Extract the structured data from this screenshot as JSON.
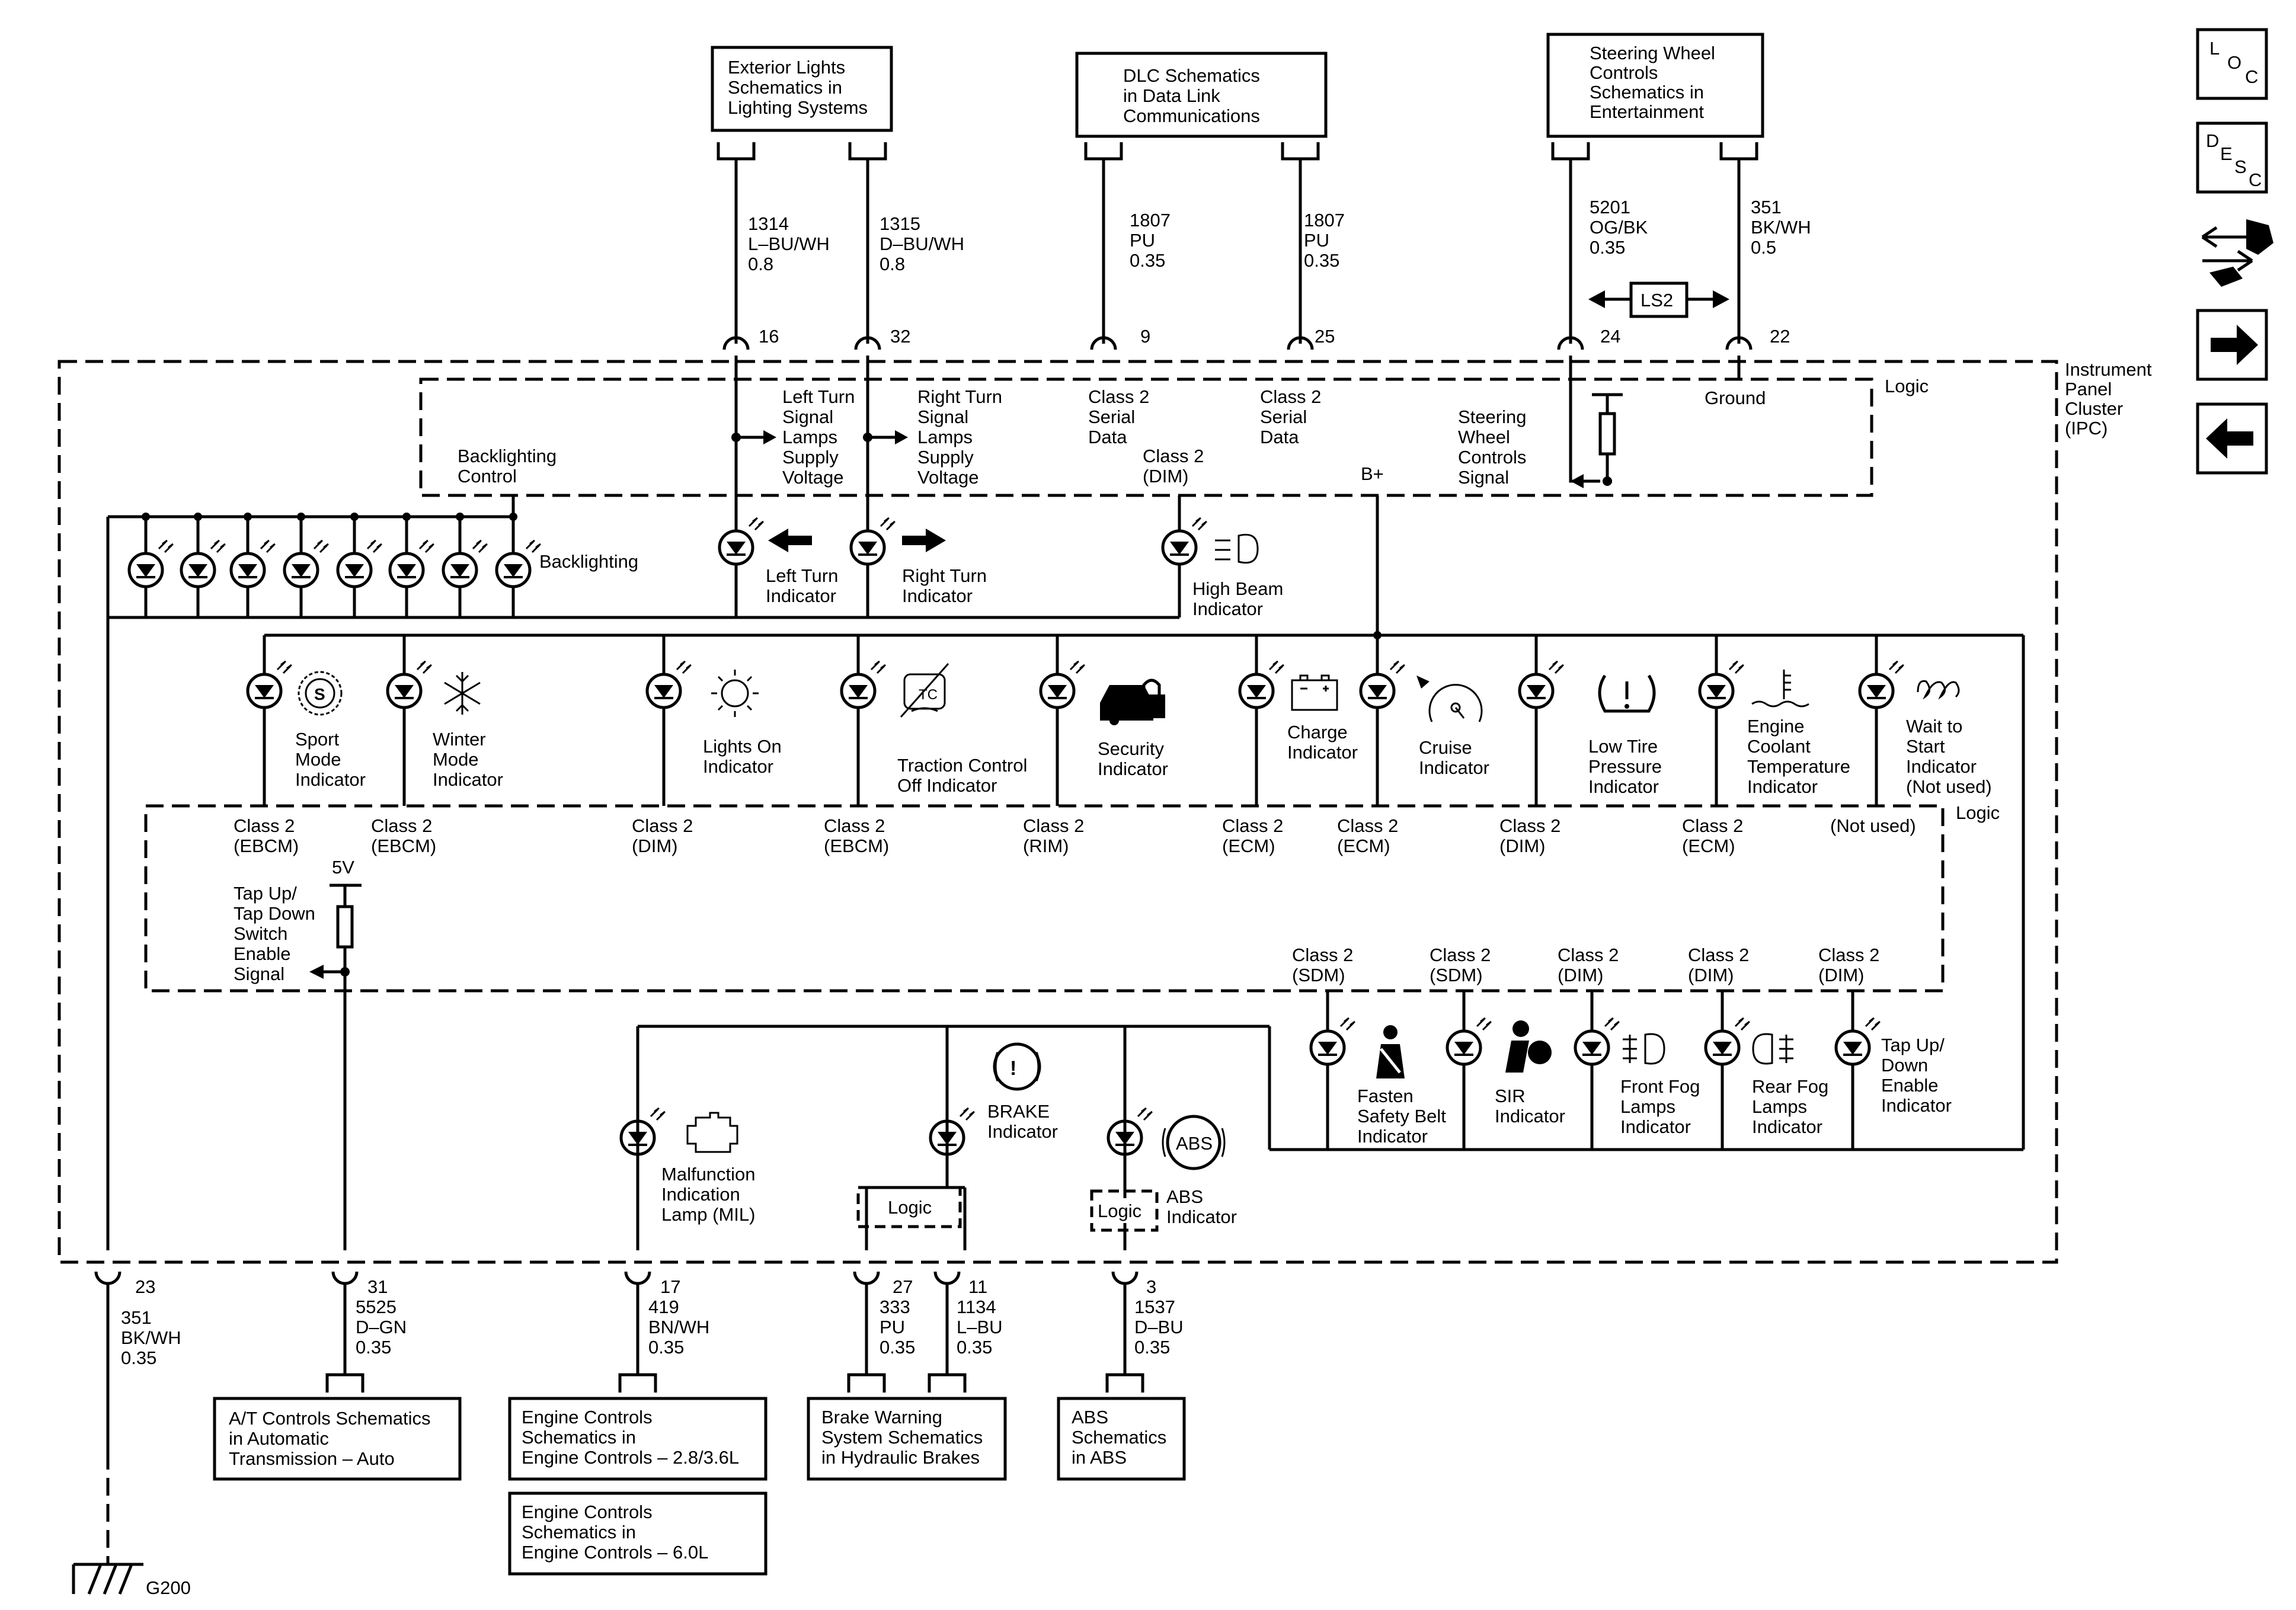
{
  "modules": {
    "exterior_lights": [
      "Exterior Lights",
      "Schematics in",
      "Lighting Systems"
    ],
    "dlc": [
      "DLC Schematics",
      "in Data Link",
      "Communications"
    ],
    "steering_wheel": [
      "Steering Wheel",
      "Controls",
      "Schematics in",
      "Entertainment"
    ],
    "at_controls": [
      "A/T Controls Schematics",
      "in Automatic",
      "Transmission – Auto"
    ],
    "engine_controls_1": [
      "Engine Controls",
      "Schematics in",
      "Engine Controls – 2.8/3.6L"
    ],
    "engine_controls_2": [
      "Engine Controls",
      "Schematics in",
      "Engine Controls – 6.0L"
    ],
    "brake_warning": [
      "Brake Warning",
      "System Schematics",
      "in Hydraulic Brakes"
    ],
    "abs": [
      "ABS",
      "Schematics",
      "in ABS"
    ]
  },
  "top_wires": [
    {
      "lines": [
        "1314",
        "L–BU/WH",
        "0.8"
      ],
      "pin": "16"
    },
    {
      "lines": [
        "1315",
        "D–BU/WH",
        "0.8"
      ],
      "pin": "32"
    },
    {
      "lines": [
        "1807",
        "PU",
        "0.35"
      ],
      "pin": "9"
    },
    {
      "lines": [
        "1807",
        "PU",
        "0.35"
      ],
      "pin": "25"
    },
    {
      "lines": [
        "5201",
        "OG/BK",
        "0.35"
      ],
      "pin": "24"
    },
    {
      "lines": [
        "351",
        "BK/WH",
        "0.5"
      ],
      "pin": "22"
    }
  ],
  "ls2": "LS2",
  "ipc_label": [
    "Instrument",
    "Panel",
    "Cluster",
    "(IPC)"
  ],
  "logic": "Logic",
  "top_logic": {
    "left_turn": [
      "Left Turn",
      "Signal",
      "Lamps",
      "Supply",
      "Voltage"
    ],
    "right_turn": [
      "Right Turn",
      "Signal",
      "Lamps",
      "Supply",
      "Voltage"
    ],
    "class2_a": [
      "Class 2",
      "Serial",
      "Data"
    ],
    "class2_b": [
      "Class 2",
      "Serial",
      "Data"
    ],
    "steering_signal": [
      "Steering",
      "Wheel",
      "Controls",
      "Signal"
    ],
    "ground": "Ground",
    "backlighting_control": [
      "Backlighting",
      "Control"
    ],
    "class2_dim": [
      "Class 2",
      "(DIM)"
    ],
    "bplus": "B+"
  },
  "backlighting": "Backlighting",
  "indicators_top": {
    "left_turn": [
      "Left Turn",
      "Indicator"
    ],
    "right_turn": [
      "Right Turn",
      "Indicator"
    ],
    "high_beam": [
      "High Beam",
      "Indicator"
    ]
  },
  "row_indicators": [
    {
      "label": [
        "Sport",
        "Mode",
        "Indicator"
      ],
      "src": [
        "Class 2",
        "(EBCM)"
      ]
    },
    {
      "label": [
        "Winter",
        "Mode",
        "Indicator"
      ],
      "src": [
        "Class 2",
        "(EBCM)"
      ]
    },
    {
      "label": [
        "Lights On",
        "Indicator"
      ],
      "src": [
        "Class 2",
        "(DIM)"
      ]
    },
    {
      "label": [
        "Traction Control",
        "Off Indicator"
      ],
      "src": [
        "Class 2",
        "(EBCM)"
      ]
    },
    {
      "label": [
        "Security",
        "Indicator"
      ],
      "src": [
        "Class 2",
        "(RIM)"
      ]
    },
    {
      "label": [
        "Charge",
        "Indicator"
      ],
      "src": [
        "Class 2",
        "(ECM)"
      ]
    },
    {
      "label": [
        "Cruise",
        "Indicator"
      ],
      "src": [
        "Class 2",
        "(ECM)"
      ]
    },
    {
      "label": [
        "Low Tire",
        "Pressure",
        "Indicator"
      ],
      "src": [
        "Class 2",
        "(DIM)"
      ]
    },
    {
      "label": [
        "Engine",
        "Coolant",
        "Temperature",
        "Indicator"
      ],
      "src": [
        "Class 2",
        "(ECM)"
      ]
    },
    {
      "label": [
        "Wait to",
        "Start",
        "Indicator",
        "(Not used)"
      ],
      "src": [
        "(Not used)"
      ]
    }
  ],
  "tap_switch": {
    "voltage": "5V",
    "label": [
      "Tap Up/",
      "Tap Down",
      "Switch",
      "Enable",
      "Signal"
    ]
  },
  "lower_indicators": [
    {
      "label": [
        "Fasten",
        "Safety Belt",
        "Indicator"
      ],
      "src": [
        "Class 2",
        "(SDM)"
      ]
    },
    {
      "label": [
        "SIR",
        "Indicator"
      ],
      "src": [
        "Class 2",
        "(SDM)"
      ]
    },
    {
      "label": [
        "Front Fog",
        "Lamps",
        "Indicator"
      ],
      "src": [
        "Class 2",
        "(DIM)"
      ]
    },
    {
      "label": [
        "Rear Fog",
        "Lamps",
        "Indicator"
      ],
      "src": [
        "Class 2",
        "(DIM)"
      ]
    },
    {
      "label": [
        "Tap Up/",
        "Down",
        "Enable",
        "Indicator"
      ],
      "src": [
        "Class 2",
        "(DIM)"
      ]
    }
  ],
  "mil": [
    "Malfunction",
    "Indication",
    "Lamp (MIL)"
  ],
  "brake": [
    "BRAKE",
    "Indicator"
  ],
  "abs_ind": [
    "ABS",
    "Indicator"
  ],
  "abs_icon": "ABS",
  "brake_icon": "(!)",
  "bottom_wires": [
    {
      "pin": "23",
      "lines": [
        "351",
        "BK/WH",
        "0.35"
      ]
    },
    {
      "pin": "31",
      "lines": [
        "5525",
        "D–GN",
        "0.35"
      ]
    },
    {
      "pin": "17",
      "lines": [
        "419",
        "BN/WH",
        "0.35"
      ]
    },
    {
      "pin": "27",
      "lines": [
        "333",
        "PU",
        "0.35"
      ]
    },
    {
      "pin": "11",
      "lines": [
        "1134",
        "L–BU",
        "0.35"
      ]
    },
    {
      "pin": "3",
      "lines": [
        "1537",
        "D–BU",
        "0.35"
      ]
    }
  ],
  "ground_label": "G200",
  "nav": {
    "loc": [
      "L",
      "O",
      "C"
    ],
    "desc": [
      "D",
      "E",
      "S",
      "C"
    ]
  }
}
